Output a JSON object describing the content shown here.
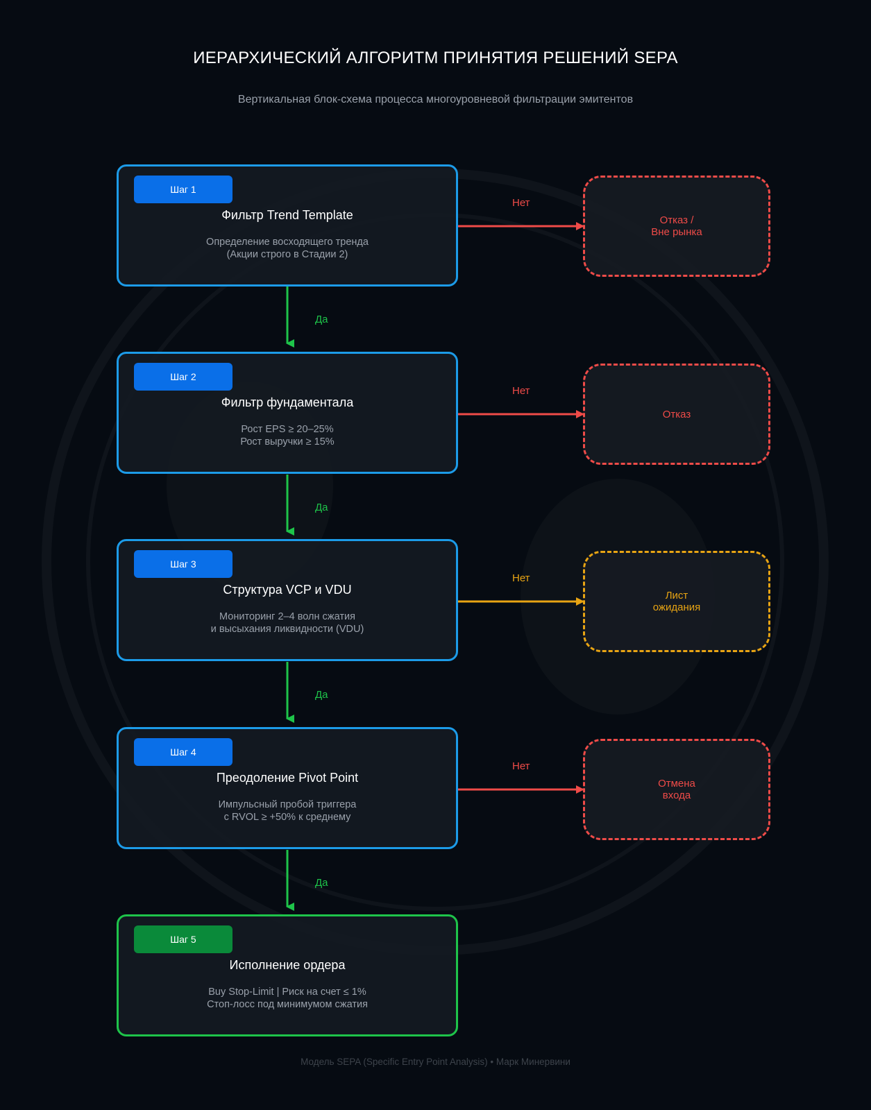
{
  "title": "ИЕРАРХИЧЕСКИЙ АЛГОРИТМ ПРИНЯТИЯ РЕШЕНИЙ SEPA",
  "subtitle": "Вертикальная блок-схема процесса многоуровневой фильтрации эмитентов",
  "colors": {
    "background": "#060b12",
    "step_border": "#1c9be8",
    "final_border": "#1ec44a",
    "badge": "#0a6fe8",
    "final_badge": "#0a8a3a",
    "reject": "#ef4b48",
    "wait": "#e8a413",
    "yes": "#1ec44a"
  },
  "steps": [
    {
      "badge": "Шаг 1",
      "title": "Фильтр Trend Template",
      "desc_line1": "Определение восходящего тренда",
      "desc_line2": "(Акции строго в Стадии 2)",
      "no_label": "Нет",
      "yes_label": "Да",
      "outcome": {
        "line1": "Отказ /",
        "line2": "Вне рынка",
        "kind": "reject"
      }
    },
    {
      "badge": "Шаг 2",
      "title": "Фильтр фундаментала",
      "desc_line1": "Рост EPS ≥ 20–25%",
      "desc_line2": "Рост выручки ≥ 15%",
      "no_label": "Нет",
      "yes_label": "Да",
      "outcome": {
        "line1": "Отказ",
        "line2": "",
        "kind": "reject"
      }
    },
    {
      "badge": "Шаг 3",
      "title": "Структура VCP и VDU",
      "desc_line1": "Мониторинг 2–4 волн сжатия",
      "desc_line2": "и высыхания ликвидности (VDU)",
      "no_label": "Нет",
      "yes_label": "Да",
      "outcome": {
        "line1": "Лист",
        "line2": "ожидания",
        "kind": "wait"
      }
    },
    {
      "badge": "Шаг 4",
      "title": "Преодоление Pivot Point",
      "desc_line1": "Импульсный пробой триггера",
      "desc_line2": "с RVOL ≥ +50% к среднему",
      "no_label": "Нет",
      "yes_label": "Да",
      "outcome": {
        "line1": "Отмена",
        "line2": "входа",
        "kind": "reject"
      }
    },
    {
      "badge": "Шаг 5",
      "title": "Исполнение ордера",
      "desc_line1": "Buy Stop-Limit | Риск на счет ≤ 1%",
      "desc_line2": "Стоп-лосс под минимумом сжатия"
    }
  ],
  "footer": "Модель SEPA (Specific Entry Point Analysis) • Марк Минервини"
}
